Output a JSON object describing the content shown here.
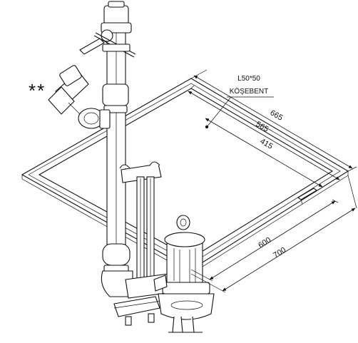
{
  "annotation": {
    "label_line1": "L50*50",
    "label_line2": "KÖŞEBENT",
    "asterisks": "**"
  },
  "dimensions": {
    "d665": "665",
    "d565": "565",
    "d415": "415",
    "d600": "600",
    "d700": "700"
  },
  "colors": {
    "line": "#111111",
    "background": "#ffffff"
  }
}
